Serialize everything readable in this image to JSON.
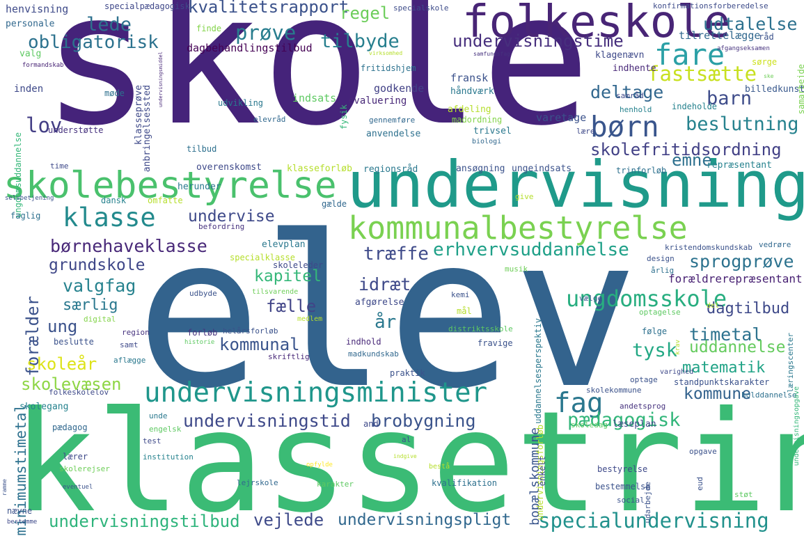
{
  "colors": {
    "background": "#ffffff",
    "palette_viridis": [
      "#440154",
      "#482878",
      "#3e4989",
      "#31688e",
      "#26828e",
      "#1f9e89",
      "#35b779",
      "#6ece58",
      "#b5de2b",
      "#fde725"
    ]
  },
  "words": [
    {
      "text": "skole",
      "color": "#45237a"
    },
    {
      "text": "elev",
      "color": "#33638d"
    },
    {
      "text": "klassetrin",
      "color": "#3bbb75"
    },
    {
      "text": "undervisning",
      "color": "#1f9a8a"
    },
    {
      "text": "folkeskole",
      "color": "#482576"
    },
    {
      "text": "skolebestyrelse",
      "color": "#4ac16d"
    },
    {
      "text": "kommunalbestyrelse",
      "color": "#7ad151"
    },
    {
      "text": "undervisningsminister",
      "color": "#1f968b"
    },
    {
      "text": "klasse",
      "color": "#238a8d"
    },
    {
      "text": "fare",
      "color": "#2ba0a6"
    },
    {
      "text": "børn",
      "color": "#39558c"
    },
    {
      "text": "fag",
      "color": "#2a778e"
    },
    {
      "text": "undervisningstilbud",
      "color": "#2fb47c"
    },
    {
      "text": "specialundervisning",
      "color": "#21918c"
    },
    {
      "text": "undervisningspligt",
      "color": "#31688e"
    },
    {
      "text": "vejlede",
      "color": "#3e4a89"
    },
    {
      "text": "børnehaveklasse",
      "color": "#482878"
    },
    {
      "text": "erhvervsuddannelse",
      "color": "#1fa088"
    },
    {
      "text": "ungdomsskole",
      "color": "#28ae80"
    },
    {
      "text": "undervisningstid",
      "color": "#3e4989"
    },
    {
      "text": "brobygning",
      "color": "#3a538b"
    },
    {
      "text": "skolefritidsordning",
      "color": "#424186"
    },
    {
      "text": "undervisningstime",
      "color": "#472f7d"
    },
    {
      "text": "obligatorisk",
      "color": "#2c728e"
    },
    {
      "text": "kvalitetsrapport",
      "color": "#3b528b"
    },
    {
      "text": "dagbehandlingstilbud",
      "color": "#440154"
    },
    {
      "text": "udtalelse",
      "color": "#2c718e"
    },
    {
      "text": "fastsætte",
      "color": "#c8e020"
    },
    {
      "text": "deltage",
      "color": "#31678e"
    },
    {
      "text": "barn",
      "color": "#3e4c8a"
    },
    {
      "text": "beslutning",
      "color": "#26828e"
    },
    {
      "text": "emne",
      "color": "#2d708e"
    },
    {
      "text": "prøve",
      "color": "#287d8e"
    },
    {
      "text": "lede",
      "color": "#2d718e"
    },
    {
      "text": "tilbyde",
      "color": "#277f8e"
    },
    {
      "text": "regel",
      "color": "#6ccd5a"
    },
    {
      "text": "lov",
      "color": "#433e85"
    },
    {
      "text": "grundskole",
      "color": "#3f4788"
    },
    {
      "text": "træffe",
      "color": "#3e4a89"
    },
    {
      "text": "sprogprøve",
      "color": "#2c728e"
    },
    {
      "text": "forælder",
      "color": "#3b528b"
    },
    {
      "text": "valgfag",
      "color": "#26828e"
    },
    {
      "text": "særlig",
      "color": "#2a788e"
    },
    {
      "text": "ung",
      "color": "#3b528b"
    },
    {
      "text": "skoleår",
      "color": "#dde318"
    },
    {
      "text": "skolevæsen",
      "color": "#8ed645"
    },
    {
      "text": "kapitel",
      "color": "#35b779"
    },
    {
      "text": "idræt",
      "color": "#3e4989"
    },
    {
      "text": "fælle",
      "color": "#414487"
    },
    {
      "text": "år",
      "color": "#2a788e"
    },
    {
      "text": "kommunal",
      "color": "#3a548c"
    },
    {
      "text": "timetal",
      "color": "#2c728e"
    },
    {
      "text": "tysk",
      "color": "#22a884"
    },
    {
      "text": "dagtilbud",
      "color": "#3e4989"
    },
    {
      "text": "uddannelse",
      "color": "#65cb5e"
    },
    {
      "text": "matematik",
      "color": "#20a386"
    },
    {
      "text": "kommune",
      "color": "#33628d"
    },
    {
      "text": "pædagogisk",
      "color": "#32b67a"
    },
    {
      "text": "minimumstimetal",
      "color": "#2d718e"
    },
    {
      "text": "undervise",
      "color": "#3e4989"
    },
    {
      "text": "bopælskommune",
      "color": "#39558c"
    },
    {
      "text": "forældrerepræsentant",
      "color": "#482173"
    },
    {
      "text": "henvisning",
      "color": "#3e4a89"
    },
    {
      "text": "specialpædagogisk",
      "color": "#3f4889"
    },
    {
      "text": "specialskole",
      "color": "#3e4c8a"
    },
    {
      "text": "konfirmationsforberedelse",
      "color": "#3e4c8a"
    },
    {
      "text": "personale",
      "color": "#31688e"
    },
    {
      "text": "finde",
      "color": "#84d44b"
    },
    {
      "text": "tilrettelægge",
      "color": "#31688e"
    },
    {
      "text": "råd",
      "color": "#3b528b"
    },
    {
      "text": "ungdomsuddannelse",
      "color": "#35b779"
    },
    {
      "text": "valg",
      "color": "#5ec962"
    },
    {
      "text": "formandskab",
      "color": "#482475"
    },
    {
      "text": "virksomhed",
      "color": "#b5de2b"
    },
    {
      "text": "samfundsfag",
      "color": "#46327e"
    },
    {
      "text": "afgangseksamen",
      "color": "#46327e"
    },
    {
      "text": "klagenævn",
      "color": "#3e4989"
    },
    {
      "text": "sørge",
      "color": "#cde11d"
    },
    {
      "text": "indhente",
      "color": "#482878"
    },
    {
      "text": "fransk",
      "color": "#3b528b"
    },
    {
      "text": "fritidshjem",
      "color": "#2c728e"
    },
    {
      "text": "inden",
      "color": "#3e4989"
    },
    {
      "text": "godkende",
      "color": "#424186"
    },
    {
      "text": "håndværk",
      "color": "#2a788e"
    },
    {
      "text": "samarbejde",
      "color": "#7ad151"
    },
    {
      "text": "billedkunst",
      "color": "#38588c"
    },
    {
      "text": "møde",
      "color": "#2d708e"
    },
    {
      "text": "klasseprøve",
      "color": "#3e4989"
    },
    {
      "text": "anbringelsessted",
      "color": "#3e4989"
    },
    {
      "text": "indsats",
      "color": "#5ec962"
    },
    {
      "text": "evaluering",
      "color": "#482878"
    },
    {
      "text": "afdeling",
      "color": "#b5de2b"
    },
    {
      "text": "madordning",
      "color": "#84d44b"
    },
    {
      "text": "samråd",
      "color": "#3e4989"
    },
    {
      "text": "henhold",
      "color": "#26828e"
    },
    {
      "text": "indeholde",
      "color": "#26828e"
    },
    {
      "text": "gennemføre",
      "color": "#31688e"
    },
    {
      "text": "udvikling",
      "color": "#2a788e"
    },
    {
      "text": "elevråd",
      "color": "#31688e"
    },
    {
      "text": "fysik",
      "color": "#35b779"
    },
    {
      "text": "varetage",
      "color": "#3b528b"
    },
    {
      "text": "lære",
      "color": "#3e4989"
    },
    {
      "text": "understøtte",
      "color": "#46327e"
    },
    {
      "text": "trivsel",
      "color": "#2a788e"
    },
    {
      "text": "anvendelse",
      "color": "#2d708e"
    },
    {
      "text": "biologi",
      "color": "#31688e"
    },
    {
      "text": "tilbud",
      "color": "#2d708e"
    },
    {
      "text": "time",
      "color": "#3e4989"
    },
    {
      "text": "overenskomst",
      "color": "#3e4989"
    },
    {
      "text": "klasseforløb",
      "color": "#b5de2b"
    },
    {
      "text": "regionsråd",
      "color": "#2a788e"
    },
    {
      "text": "ansøgning",
      "color": "#3b528b"
    },
    {
      "text": "ungeindsats",
      "color": "#3b528b"
    },
    {
      "text": "repræsentant",
      "color": "#26828e"
    },
    {
      "text": "trinforløb",
      "color": "#2d708e"
    },
    {
      "text": "herunder",
      "color": "#2a788e"
    },
    {
      "text": "selvbetjening",
      "color": "#3b528b"
    },
    {
      "text": "dansk",
      "color": "#26828e"
    },
    {
      "text": "omfatte",
      "color": "#b5de2b"
    },
    {
      "text": "give",
      "color": "#b5de2b"
    },
    {
      "text": "faglig",
      "color": "#2d708e"
    },
    {
      "text": "gælde",
      "color": "#31688e"
    },
    {
      "text": "befordring",
      "color": "#46327e"
    },
    {
      "text": "elevplan",
      "color": "#2a788e"
    },
    {
      "text": "specialklasse",
      "color": "#b5de2b"
    },
    {
      "text": "kristendomskundskab",
      "color": "#3b528b"
    },
    {
      "text": "vedrøre",
      "color": "#31688e"
    },
    {
      "text": "musik",
      "color": "#6ece58"
    },
    {
      "text": "skoleleder",
      "color": "#3e4989"
    },
    {
      "text": "design",
      "color": "#3b528b"
    },
    {
      "text": "årlig",
      "color": "#2d708e"
    },
    {
      "text": "udbyde",
      "color": "#3b528b"
    },
    {
      "text": "tilsvarende",
      "color": "#6ece58"
    },
    {
      "text": "kemi",
      "color": "#3b528b"
    },
    {
      "text": "afgørelse",
      "color": "#3e4989"
    },
    {
      "text": "vælge",
      "color": "#3b528b"
    },
    {
      "text": "optagelse",
      "color": "#5ec962"
    },
    {
      "text": "del",
      "color": "#b5de2b"
    },
    {
      "text": "digital",
      "color": "#84d44b"
    },
    {
      "text": "medlem",
      "color": "#b5de2b"
    },
    {
      "text": "mål",
      "color": "#b5de2b"
    },
    {
      "text": "region",
      "color": "#46327e"
    },
    {
      "text": "forløb",
      "color": "#46327e"
    },
    {
      "text": "helårsforløb",
      "color": "#3b528b"
    },
    {
      "text": "distriktsskole",
      "color": "#5ec962"
    },
    {
      "text": "følge",
      "color": "#2d708e"
    },
    {
      "text": "beslutte",
      "color": "#3b528b"
    },
    {
      "text": "samt",
      "color": "#3e4989"
    },
    {
      "text": "historie",
      "color": "#5ec962"
    },
    {
      "text": "indhold",
      "color": "#482878"
    },
    {
      "text": "fravige",
      "color": "#3b528b"
    },
    {
      "text": "aflægge",
      "color": "#2a788e"
    },
    {
      "text": "skriftlig",
      "color": "#482878"
    },
    {
      "text": "madkundskab",
      "color": "#31688e"
    },
    {
      "text": "uddannelsesperspektiv",
      "color": "#2a788e"
    },
    {
      "text": "krav",
      "color": "#b5de2b"
    },
    {
      "text": "læringscenter",
      "color": "#2a788e"
    },
    {
      "text": "praktik",
      "color": "#3b528b"
    },
    {
      "text": "varighed",
      "color": "#3e4989"
    },
    {
      "text": "optage",
      "color": "#3b528b"
    },
    {
      "text": "standpunktskarakter",
      "color": "#3b528b"
    },
    {
      "text": "folkeskolelov",
      "color": "#3e4989"
    },
    {
      "text": "skolekommune",
      "color": "#3b528b"
    },
    {
      "text": "holddannelse",
      "color": "#2d708e"
    },
    {
      "text": "skolegang",
      "color": "#26828e"
    },
    {
      "text": "andetsprog",
      "color": "#46327e"
    },
    {
      "text": "unde",
      "color": "#2a788e"
    },
    {
      "text": "skoledag",
      "color": "#5ec962"
    },
    {
      "text": "læseplan",
      "color": "#3e4989"
    },
    {
      "text": "pædagog",
      "color": "#31688e"
    },
    {
      "text": "engelsk",
      "color": "#5ec962"
    },
    {
      "text": "test",
      "color": "#3e4989"
    },
    {
      "text": "al",
      "color": "#3b528b"
    },
    {
      "text": "and",
      "color": "#3e4989"
    },
    {
      "text": "indgive",
      "color": "#b5de2b"
    },
    {
      "text": "undervisningsforløb",
      "color": "#b5de2b"
    },
    {
      "text": "enkelt",
      "color": "#3e4989"
    },
    {
      "text": "undervisningsopgave",
      "color": "#35b779"
    },
    {
      "text": "lærer",
      "color": "#3e4989"
    },
    {
      "text": "institution",
      "color": "#26828e"
    },
    {
      "text": "opgave",
      "color": "#3b528b"
    },
    {
      "text": "skolerejser",
      "color": "#6ece58"
    },
    {
      "text": "opfylde",
      "color": "#fde725"
    },
    {
      "text": "bestå",
      "color": "#b5de2b"
    },
    {
      "text": "bestyrelse",
      "color": "#3e4989"
    },
    {
      "text": "udarbejde",
      "color": "#3b528b"
    },
    {
      "text": "eud",
      "color": "#3b528b"
    },
    {
      "text": "ramme",
      "color": "#3b528b"
    },
    {
      "text": "eventuel",
      "color": "#3b528b"
    },
    {
      "text": "lejrskole",
      "color": "#31688e"
    },
    {
      "text": "karakter",
      "color": "#5ec962"
    },
    {
      "text": "kvalifikation",
      "color": "#2d708e"
    },
    {
      "text": "bestemmelse",
      "color": "#3b528b"
    },
    {
      "text": "nævne",
      "color": "#3b528b"
    },
    {
      "text": "social",
      "color": "#3b528b"
    },
    {
      "text": "støt",
      "color": "#5ec962"
    },
    {
      "text": "bestemme",
      "color": "#3e4989"
    },
    {
      "text": "undervisningsmiddel",
      "color": "#482878"
    },
    {
      "text": "ske",
      "color": "#6ece58"
    },
    {
      "text": "elevråd",
      "color": "#31688e"
    }
  ]
}
